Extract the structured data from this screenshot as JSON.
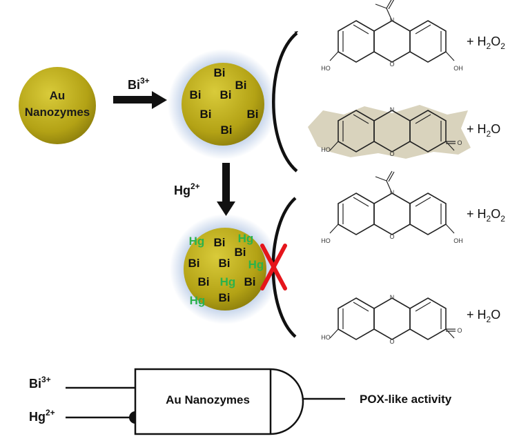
{
  "au_sphere": {
    "line1": "Au",
    "line2": "Nanozymes"
  },
  "bi_reagent": {
    "base": "Bi",
    "sup": "3+"
  },
  "hg_reagent": {
    "base": "Hg",
    "sup": "2+"
  },
  "sphere_bi_labels": [
    "Bi",
    "Bi",
    "Bi",
    "Bi",
    "Bi",
    "Bi",
    "Bi"
  ],
  "sphere_mixed": {
    "bi_labels": [
      "Bi",
      "Bi",
      "Bi",
      "Bi",
      "Bi",
      "Bi",
      "Bi"
    ],
    "hg_labels": [
      "Hg",
      "Hg",
      "Hg",
      "Hg",
      "Hg"
    ]
  },
  "molecule_atoms": {
    "nitrogen": "N",
    "oxygen": "O",
    "hydroxyl": "HO",
    "hydroxyl_right": "OH"
  },
  "reactions": {
    "top_reactant": {
      "prefix": "+ H",
      "sub": "2",
      "mid": "O",
      "sub2": "2"
    },
    "top_product": {
      "prefix": "+ H",
      "sub": "2",
      "mid": "O"
    },
    "bottom_reactant": {
      "prefix": "+ H",
      "sub": "2",
      "mid": "O",
      "sub2": "2"
    },
    "bottom_product": {
      "prefix": "+ H",
      "sub": "2",
      "mid": "O"
    }
  },
  "logic_gate": {
    "input1": {
      "base": "Bi",
      "sup": "3+"
    },
    "input2": {
      "base": "Hg",
      "sup": "2+"
    },
    "label": "Au Nanozymes",
    "output": "POX-like activity"
  },
  "colors": {
    "sphere_fill": "#b8a81a",
    "glow": "#9fb8dd",
    "hg_text": "#2bb24c",
    "cross": "#e5151b",
    "product_bg": "#d9d3bd"
  }
}
